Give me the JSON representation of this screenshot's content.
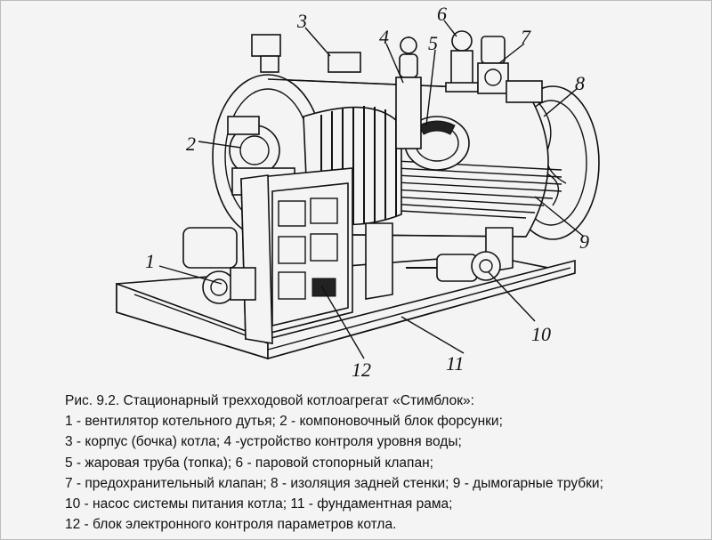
{
  "figure": {
    "callouts": [
      "1",
      "2",
      "3",
      "4",
      "5",
      "6",
      "7",
      "8",
      "9",
      "10",
      "11",
      "12"
    ],
    "caption_lines": [
      "Рис. 9.2. Стационарный трехходовой котлоагрегат «Стимблок»:",
      "1 - вентилятор котельного дутья; 2 - компоновочный блок форсунки;",
      "3 - корпус (бочка) котла; 4 -устройство контроля уровня воды;",
      "5 - жаровая труба (топка); 6 - паровой стопорный клапан;",
      "7 - предохранительный клапан; 8 - изоляция задней стенки; 9 - дымогарные трубки;",
      "10 - насос системы питания котла; 11 - фундаментная рама;",
      "12 - блок электронного контроля параметров котла."
    ]
  }
}
